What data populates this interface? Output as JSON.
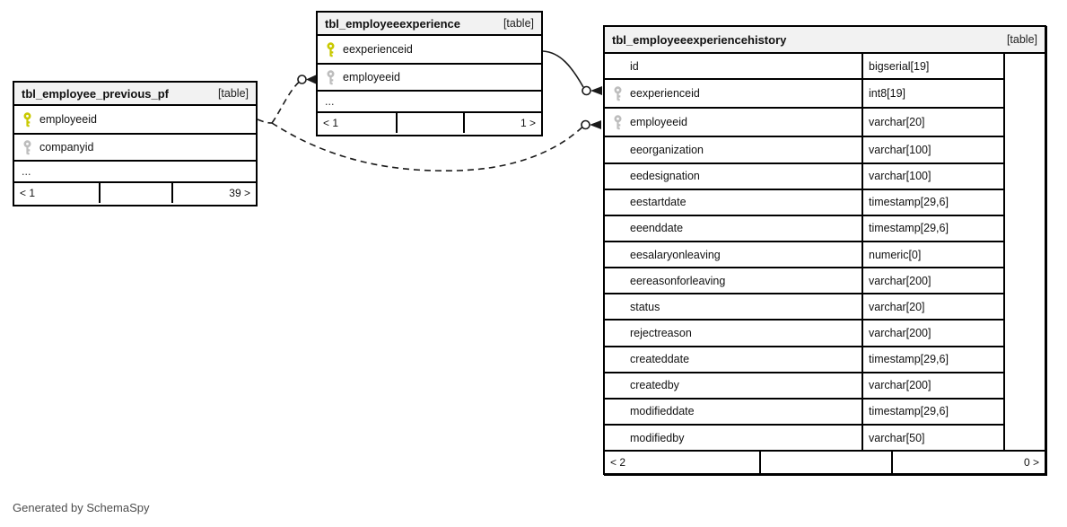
{
  "footer_note": "Generated by SchemaSpy",
  "colors": {
    "primary_key": "#c9c900",
    "foreign_key": "#bdbdbd",
    "line": "#1a1a1a",
    "header_bg": "#f2f2f2"
  },
  "tables": [
    {
      "name": "tbl_employee_previous_pf",
      "badge": "[table]",
      "columns": [
        {
          "name": "employeeid",
          "key": "primary"
        },
        {
          "name": "companyid",
          "key": "foreign"
        },
        {
          "name": "...",
          "key": null
        }
      ],
      "pager": {
        "left": "< 1",
        "mid": "",
        "right": "39 >"
      }
    },
    {
      "name": "tbl_employeeexperience",
      "badge": "[table]",
      "columns": [
        {
          "name": "eexperienceid",
          "key": "primary"
        },
        {
          "name": "employeeid",
          "key": "foreign"
        },
        {
          "name": "...",
          "key": null
        }
      ],
      "pager": {
        "left": "< 1",
        "mid": "",
        "right": "1 >"
      }
    },
    {
      "name": "tbl_employeeexperiencehistory",
      "badge": "[table]",
      "columns": [
        {
          "name": "id",
          "key": null,
          "type": "bigserial[19]"
        },
        {
          "name": "eexperienceid",
          "key": "foreign",
          "type": "int8[19]"
        },
        {
          "name": "employeeid",
          "key": "foreign",
          "type": "varchar[20]"
        },
        {
          "name": "eeorganization",
          "key": null,
          "type": "varchar[100]"
        },
        {
          "name": "eedesignation",
          "key": null,
          "type": "varchar[100]"
        },
        {
          "name": "eestartdate",
          "key": null,
          "type": "timestamp[29,6]"
        },
        {
          "name": "eeenddate",
          "key": null,
          "type": "timestamp[29,6]"
        },
        {
          "name": "eesalaryonleaving",
          "key": null,
          "type": "numeric[0]"
        },
        {
          "name": "eereasonforleaving",
          "key": null,
          "type": "varchar[200]"
        },
        {
          "name": "status",
          "key": null,
          "type": "varchar[20]"
        },
        {
          "name": "rejectreason",
          "key": null,
          "type": "varchar[200]"
        },
        {
          "name": "createddate",
          "key": null,
          "type": "timestamp[29,6]"
        },
        {
          "name": "createdby",
          "key": null,
          "type": "varchar[200]"
        },
        {
          "name": "modifieddate",
          "key": null,
          "type": "timestamp[29,6]"
        },
        {
          "name": "modifiedby",
          "key": null,
          "type": "varchar[50]"
        }
      ],
      "pager": {
        "left": "< 2",
        "mid": "",
        "right": "0 >"
      }
    }
  ]
}
